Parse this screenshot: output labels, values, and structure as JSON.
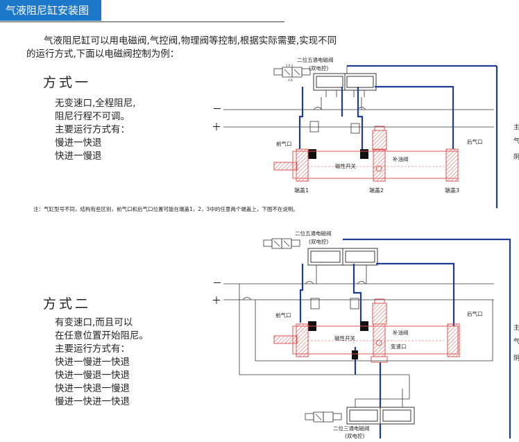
{
  "header": {
    "title": "气液阻尼缸安装图"
  },
  "intro": {
    "line1": "气液阻尼缸可以用电磁阀,气控阀,物理阀等控制,根据实际需要,实现不同",
    "line2": "的运行方式,下面以电磁阀控制为例："
  },
  "mode1": {
    "title": "方式一",
    "lines": [
      "无变速口,全程阻尼,",
      "阻尼行程不可调。",
      "主要运行方式有：",
      "慢进一快退",
      "快进一慢退"
    ]
  },
  "mode2": {
    "title": "方式二",
    "lines": [
      "有变速口,而且可以",
      "在任意位置开始阻尼。",
      "主要运行方式有：",
      "快进一慢进一快退",
      "快进一慢退一快退",
      "快进一快退一慢退",
      "慢进一快进一快退"
    ]
  },
  "note": "注：气缸型号不同，结构有些区别，前气口和后气口位置可能在端盖1，2，3中的任意两个端盖上，下图不在说明。",
  "diagram1": {
    "valve_title": "二位五通电磁阀",
    "valve_sub": "(双电控)",
    "minus": "－",
    "plus": "＋",
    "front_port": "前气口",
    "rear_port": "后气口",
    "magnetic_switch": "磁性开关",
    "oil_valve": "补油阀",
    "cap1": "端盖1",
    "cap2": "端盖2",
    "cap3": "端盖3"
  },
  "diagram2": {
    "valve_title": "二位五通电磁阀",
    "valve_sub": "(双电控)",
    "minus": "－",
    "plus": "＋",
    "front_port": "前气口",
    "rear_port": "后气口",
    "magnetic_switch": "磁性开关",
    "oil_valve": "补油阀",
    "speed_port": "变速口",
    "valve3_title": "二位三通电磁阀",
    "valve3_sub": "(双电控)"
  },
  "edge_chars": [
    "主",
    "气",
    "阴",
    "主",
    "气",
    "阴"
  ],
  "colors": {
    "accent": "#1d78c9",
    "pipe": "#1e3c96",
    "cylinder": "#d9534f"
  }
}
